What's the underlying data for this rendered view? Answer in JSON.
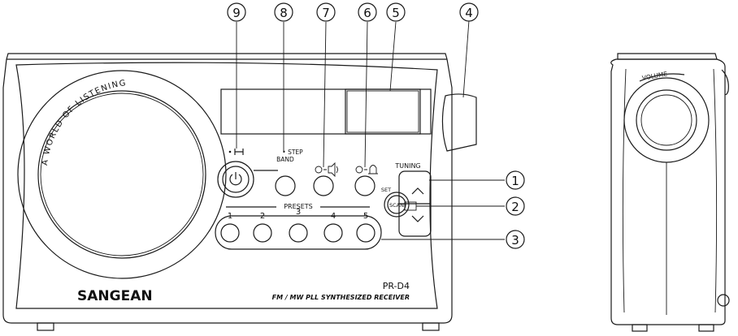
{
  "brand": "SANGEAN",
  "model": "PR-D4",
  "model_subtitle": "FM / MW PLL SYNTHESIZED RECEIVER",
  "ring_text": "A WORLD OF LISTENING",
  "labels": {
    "step": "• STEP",
    "band": "BAND",
    "tuning": "TUNING",
    "presets": "PRESETS",
    "scan": "SCAN",
    "set": "SET",
    "volume": "VOLUME"
  },
  "presets": [
    "1",
    "2",
    "3",
    "4",
    "5"
  ],
  "callouts": [
    "1",
    "2",
    "3",
    "4",
    "5",
    "6",
    "7",
    "8",
    "9"
  ]
}
